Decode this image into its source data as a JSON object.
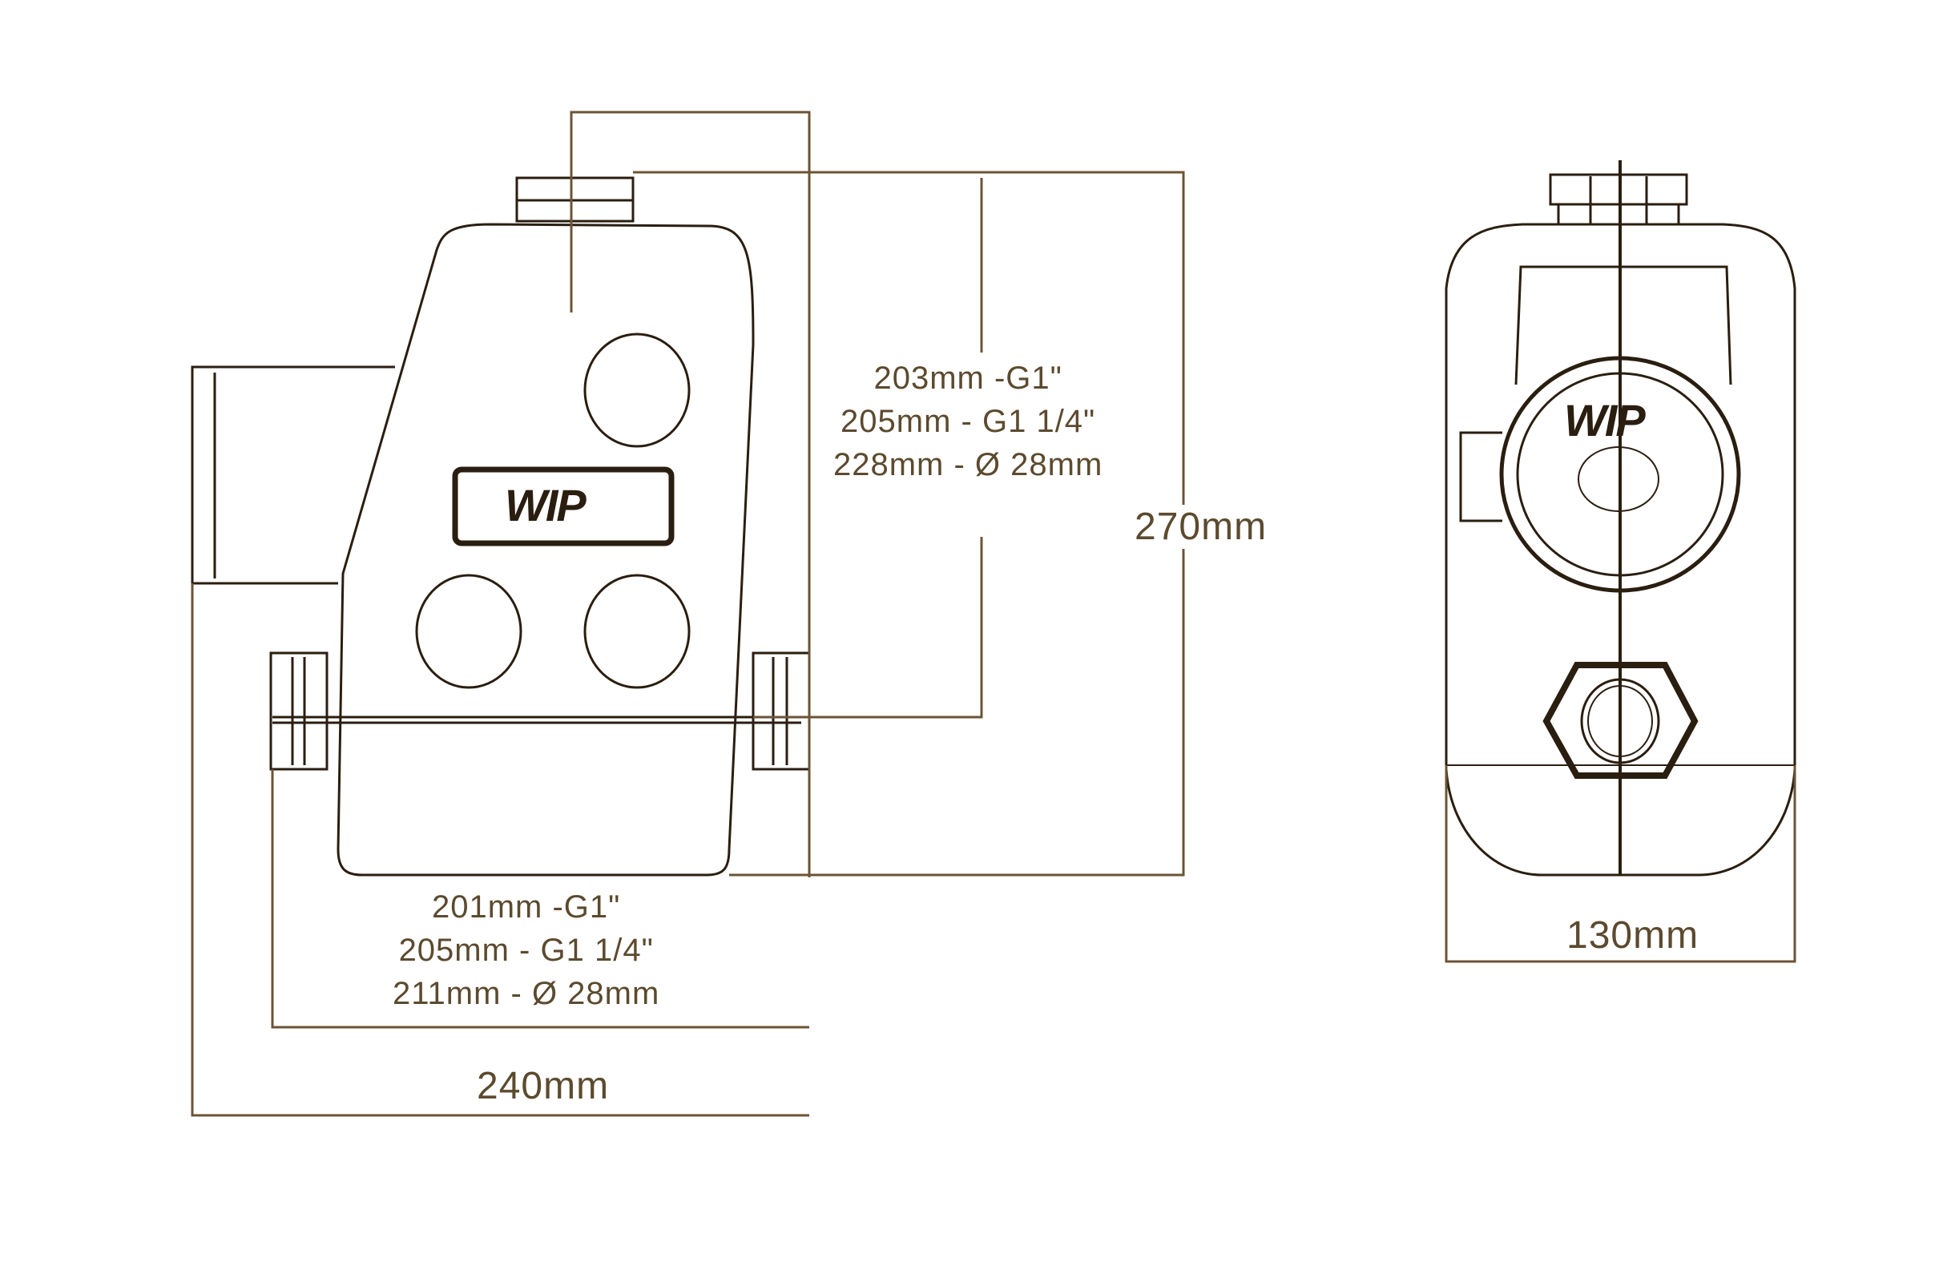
{
  "brand_logo_text": "WIP",
  "side_view": {
    "dim_height_lines": [
      "203mm -G1\"",
      "205mm - G1 1/4\"",
      "228mm - Ø 28mm"
    ],
    "dim_total_height": "270mm",
    "dim_width_lines": [
      "201mm -G1\"",
      "205mm - G1 1/4\"",
      "211mm - Ø 28mm"
    ],
    "dim_total_width": "240mm"
  },
  "front_view": {
    "dim_width": "130mm"
  },
  "colors": {
    "line": "#2a1e10",
    "dimension_line": "#6b5436",
    "dimension_text": "#5c4a2f"
  }
}
